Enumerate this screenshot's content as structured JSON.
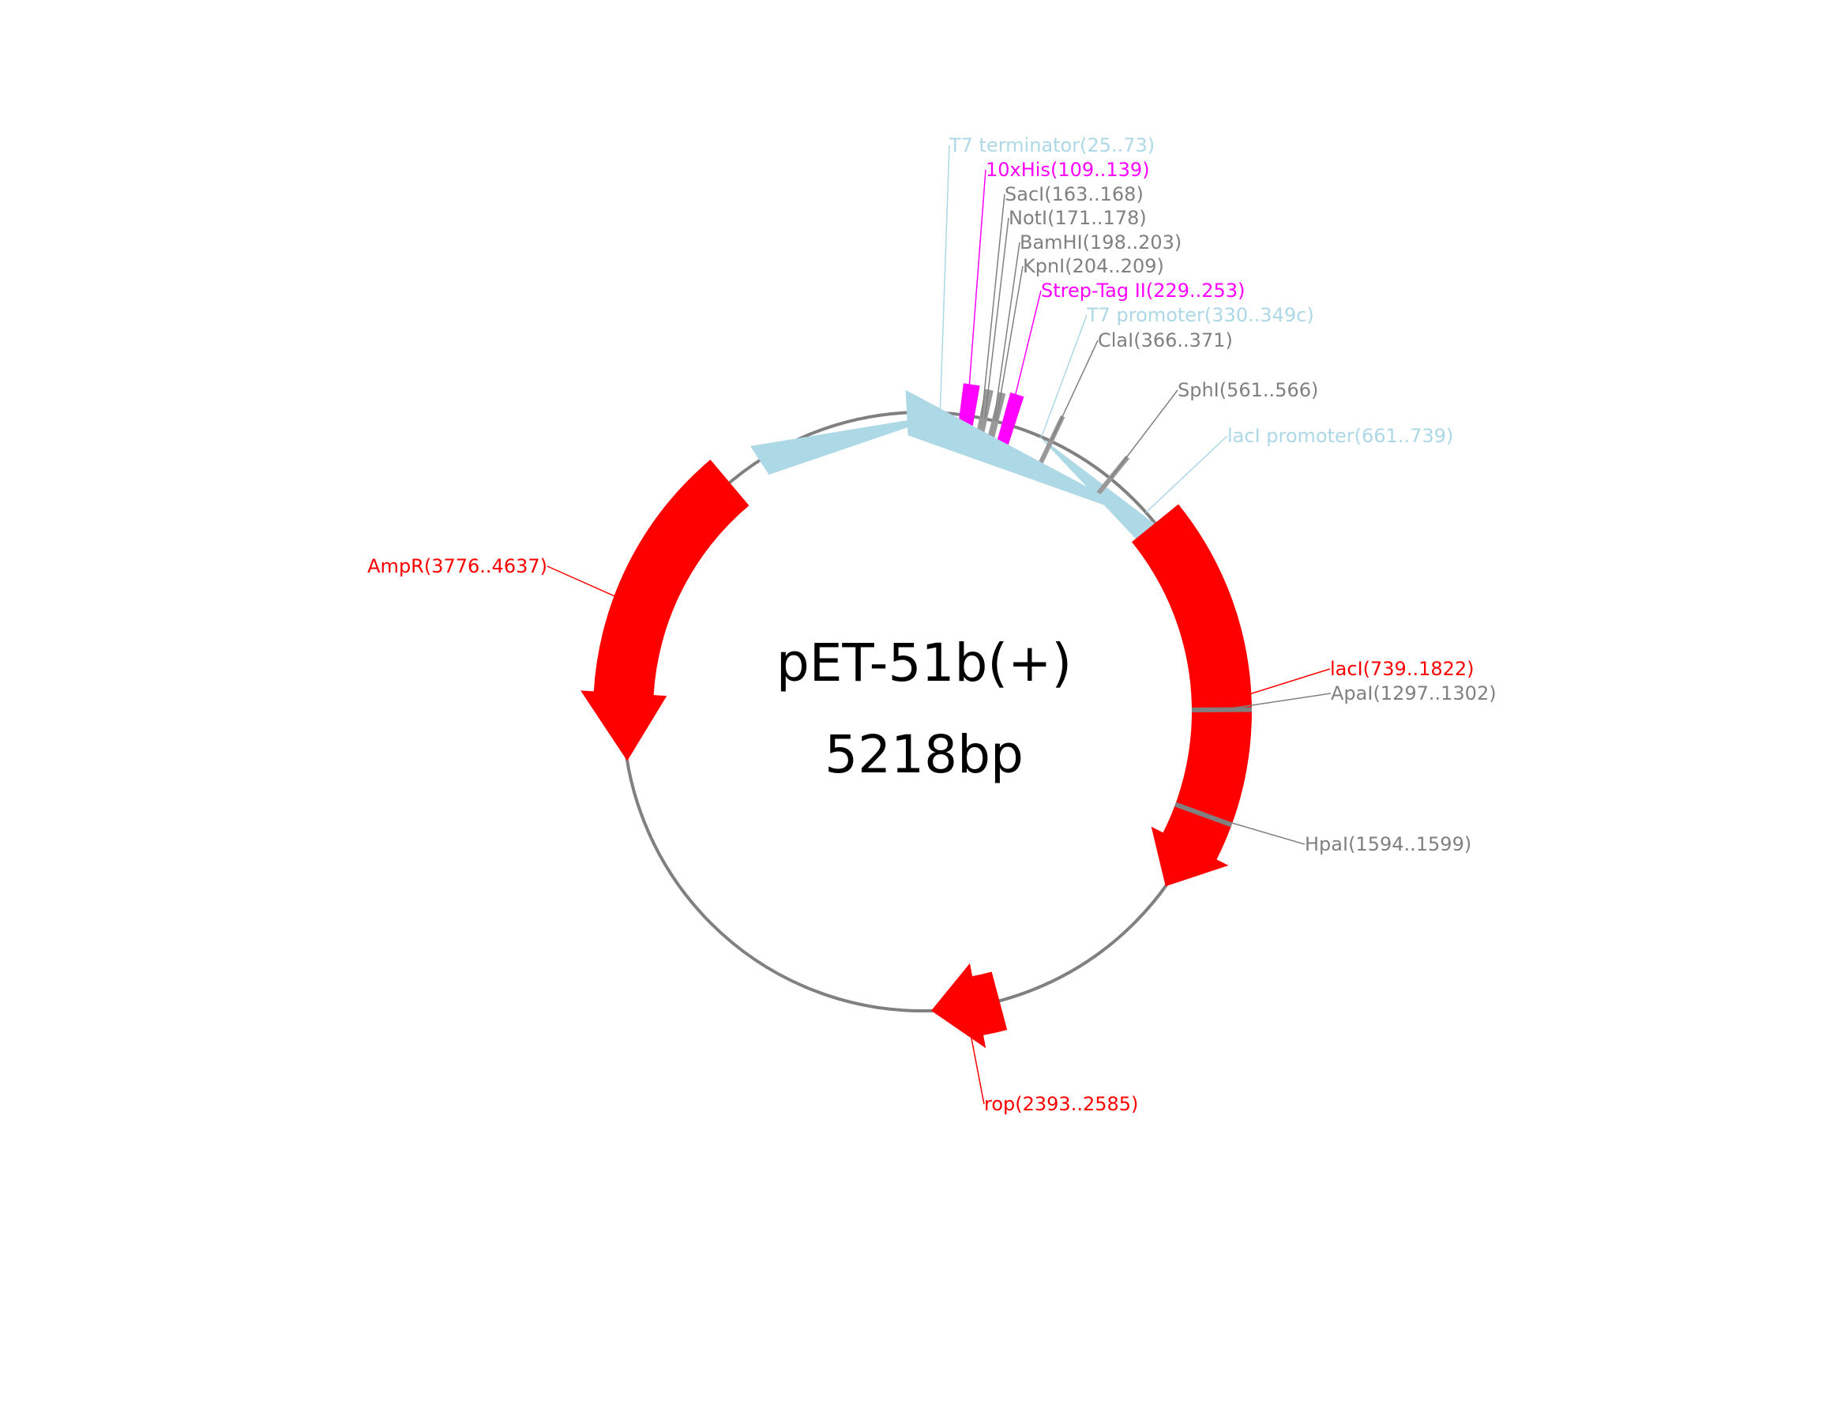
{
  "plasmid": {
    "name": "pET-51b(+)",
    "length_label": "5218bp",
    "total_bp": 5218
  },
  "colors": {
    "backbone": "#808080",
    "gene": "#ff0000",
    "tag": "#ff00ff",
    "regulatory": "#add8e6",
    "site": "#999999",
    "site_label": "#808080"
  },
  "features": [
    {
      "label": "T7 terminator(25..73)",
      "kind": "terminator",
      "start": 25,
      "end": 73,
      "strand": 1,
      "color": "#add8e6",
      "text_color": "#add8e6"
    },
    {
      "label": "10xHis(109..139)",
      "kind": "tag",
      "start": 109,
      "end": 139,
      "strand": 0,
      "color": "#ff00ff",
      "text_color": "#ff00ff"
    },
    {
      "label": "SacI(163..168)",
      "kind": "site",
      "start": 163,
      "end": 168,
      "strand": 0,
      "color": "#999999",
      "text_color": "#808080"
    },
    {
      "label": "NotI(171..178)",
      "kind": "site",
      "start": 171,
      "end": 178,
      "strand": 0,
      "color": "#999999",
      "text_color": "#808080"
    },
    {
      "label": "BamHI(198..203)",
      "kind": "site",
      "start": 198,
      "end": 203,
      "strand": 0,
      "color": "#999999",
      "text_color": "#808080"
    },
    {
      "label": "KpnI(204..209)",
      "kind": "site",
      "start": 204,
      "end": 209,
      "strand": 0,
      "color": "#999999",
      "text_color": "#808080"
    },
    {
      "label": "Strep-Tag II(229..253)",
      "kind": "tag",
      "start": 229,
      "end": 253,
      "strand": 0,
      "color": "#ff00ff",
      "text_color": "#ff00ff"
    },
    {
      "label": "T7 promoter(330..349c)",
      "kind": "promoter",
      "start": 330,
      "end": 349,
      "strand": -1,
      "color": "#add8e6",
      "text_color": "#add8e6"
    },
    {
      "label": "ClaI(366..371)",
      "kind": "site",
      "start": 366,
      "end": 371,
      "strand": 0,
      "color": "#999999",
      "text_color": "#808080"
    },
    {
      "label": "SphI(561..566)",
      "kind": "site",
      "start": 561,
      "end": 566,
      "strand": 0,
      "color": "#999999",
      "text_color": "#808080"
    },
    {
      "label": "lacI promoter(661..739)",
      "kind": "promoter",
      "start": 661,
      "end": 739,
      "strand": 1,
      "color": "#add8e6",
      "text_color": "#add8e6"
    },
    {
      "label": "lacI(739..1822)",
      "kind": "gene",
      "start": 739,
      "end": 1822,
      "strand": 1,
      "color": "#ff0000",
      "text_color": "#ff0000"
    },
    {
      "label": "ApaI(1297..1302)",
      "kind": "site",
      "start": 1297,
      "end": 1302,
      "strand": 0,
      "color": "#808080",
      "text_color": "#808080"
    },
    {
      "label": "HpaI(1594..1599)",
      "kind": "site",
      "start": 1594,
      "end": 1599,
      "strand": 0,
      "color": "#808080",
      "text_color": "#808080"
    },
    {
      "label": "rop(2393..2585)",
      "kind": "gene",
      "start": 2393,
      "end": 2585,
      "strand": 1,
      "color": "#ff0000",
      "text_color": "#ff0000"
    },
    {
      "label": "AmpR(3776..4637)",
      "kind": "gene",
      "start": 3776,
      "end": 4637,
      "strand": -1,
      "color": "#ff0000",
      "text_color": "#ff0000"
    }
  ]
}
